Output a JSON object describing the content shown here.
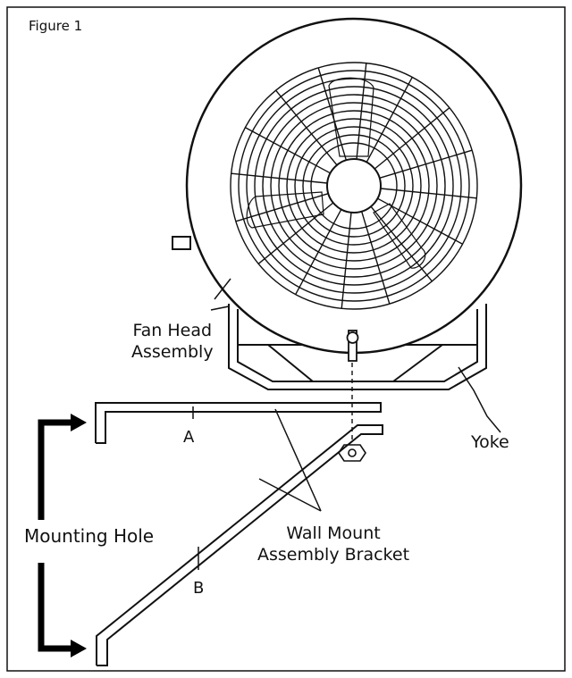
{
  "figure_title": "Figure 1",
  "labels": {
    "fan_head_line1": "Fan Head",
    "fan_head_line2": "Assembly",
    "yoke": "Yoke",
    "part_a": "A",
    "part_b": "B",
    "mounting_hole": "Mounting Hole",
    "bracket_line1": "Wall Mount",
    "bracket_line2": "Assembly Bracket"
  },
  "colors": {
    "line": "#111111",
    "background": "#ffffff"
  }
}
